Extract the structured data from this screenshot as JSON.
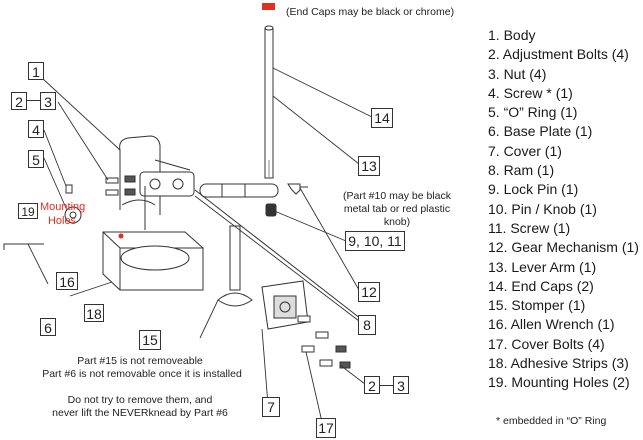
{
  "end_caps_note": "(End Caps may be black or chrome)",
  "pin_note": "(Part #10 may be black metal tab or red plastic knob)",
  "mounting_holes_label": "Mounting Holes",
  "removal_notes": [
    "Part #15 is not removeable",
    "Part #6 is not removable once it is installed",
    "Do not try to remove them, and",
    "never lift the NEVERknead by Part #6"
  ],
  "callouts": {
    "c1": "1",
    "c2": "2",
    "c3": "3",
    "c4": "4",
    "c5": "5",
    "c19": "19",
    "c16": "16",
    "c6": "6",
    "c18": "18",
    "c15": "15",
    "c14": "14",
    "c13": "13",
    "c91011": "9, 10, 11",
    "c12": "12",
    "c8": "8",
    "c7": "7",
    "c2b": "2",
    "c3b": "3",
    "c17": "17"
  },
  "parts": [
    "1. Body",
    "2. Adjustment Bolts (4)",
    "3. Nut (4)",
    "4. Screw * (1)",
    "5. “O” Ring (1)",
    "6. Base Plate (1)",
    "7. Cover (1)",
    "8. Ram (1)",
    "9. Lock Pin (1)",
    "10. Pin / Knob (1)",
    "11. Screw (1)",
    "12. Gear Mechanism (1)",
    "13. Lever Arm (1)",
    "14. End Caps (2)",
    "15. Stomper (1)",
    "16. Allen Wrench (1)",
    "17. Cover Bolts (4)",
    "18. Adhesive Strips (3)",
    "19. Mounting Holes (2)"
  ],
  "footnote": "* embedded in “O” Ring",
  "colors": {
    "accent_red": "#e0301e",
    "line": "#333333"
  }
}
